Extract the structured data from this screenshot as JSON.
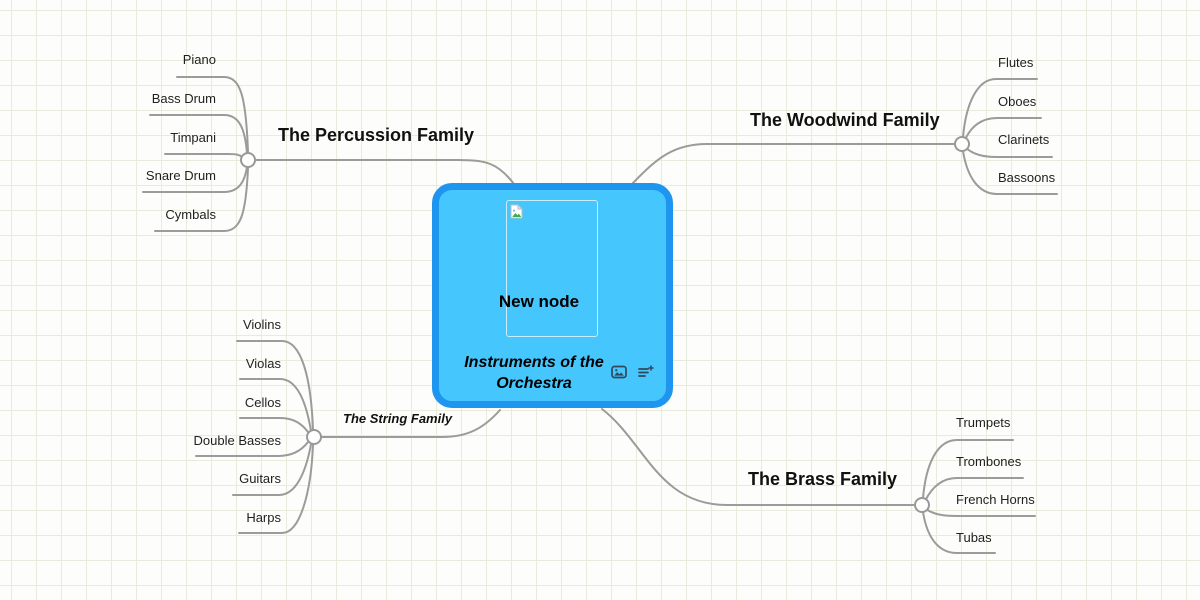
{
  "colors": {
    "background": "#fdfdfb",
    "grid_line": "#e9ecdc",
    "connector": "#9b9b9b",
    "node_border": "#1e96f0",
    "node_fill": "#45c6fd",
    "footer_icon": "#33475b",
    "text": "#111111"
  },
  "central_node": {
    "title": "New node",
    "subtitle": "Instruments of the Orchestra",
    "footer_icons": [
      "image-icon",
      "add-notes-icon"
    ],
    "image_state": "broken-image-placeholder"
  },
  "branches": [
    {
      "id": "percussion",
      "label": "The Percussion Family",
      "side": "left",
      "children": [
        "Piano",
        "Bass Drum",
        "Timpani",
        "Snare Drum",
        "Cymbals"
      ]
    },
    {
      "id": "woodwind",
      "label": "The Woodwind Family",
      "side": "right",
      "children": [
        "Flutes",
        "Oboes",
        "Clarinets",
        "Bassoons"
      ]
    },
    {
      "id": "string",
      "label": "The String Family",
      "side": "left",
      "children": [
        "Violins",
        "Violas",
        "Cellos",
        "Double Basses",
        "Guitars",
        "Harps"
      ]
    },
    {
      "id": "brass",
      "label": "The Brass Family",
      "side": "right",
      "children": [
        "Trumpets",
        "Trombones",
        "French Horns",
        "Tubas"
      ]
    }
  ]
}
